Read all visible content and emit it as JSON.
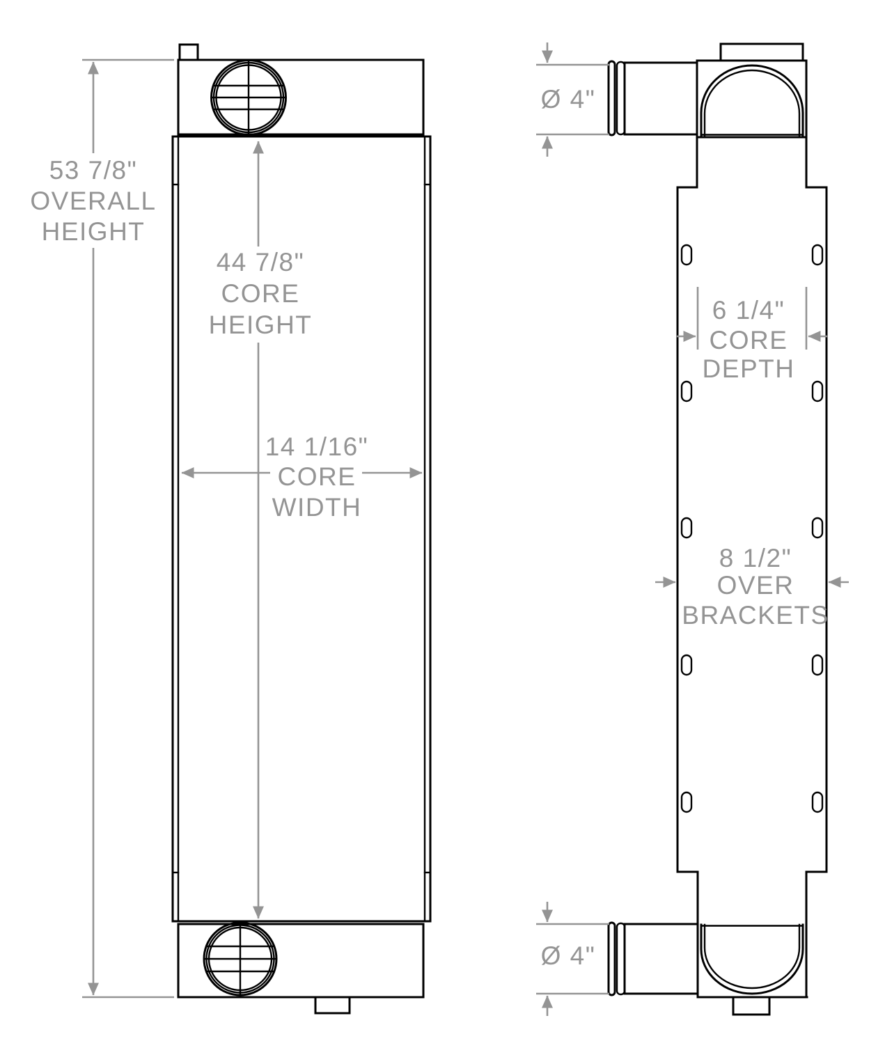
{
  "background": "#ffffff",
  "colors": {
    "drawing_lines": "#000000",
    "dimension_lines": "#949494",
    "dimension_text": "#949494"
  },
  "views": {
    "front_view": "radiator front view",
    "side_view": "radiator side view"
  },
  "dimensions": {
    "overall_height": {
      "value": "53 7/8\"",
      "lines": [
        "53 7/8\"",
        "OVERALL",
        "HEIGHT"
      ]
    },
    "core_height": {
      "value": "44 7/8\"",
      "lines": [
        "44 7/8\"",
        "CORE",
        "HEIGHT"
      ]
    },
    "core_width": {
      "value": "14 1/16\"",
      "lines": [
        "14 1/16\"",
        "CORE",
        "WIDTH"
      ]
    },
    "core_depth": {
      "value": "6 1/4\"",
      "lines": [
        "6 1/4\"",
        "CORE",
        "DEPTH"
      ]
    },
    "over_brackets": {
      "value": "8 1/2\"",
      "lines": [
        "8 1/2\"",
        "OVER",
        "BRACKETS"
      ]
    },
    "top_port_diameter": {
      "value": "Ø 4\"",
      "lines": [
        "Ø 4\""
      ]
    },
    "bottom_port_diameter": {
      "value": "Ø 4\"",
      "lines": [
        "Ø 4\""
      ]
    }
  }
}
